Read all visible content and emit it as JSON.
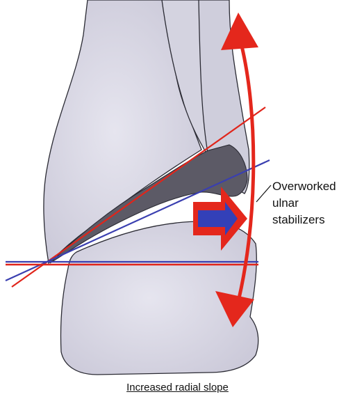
{
  "diagram": {
    "callout_lines": [
      "Overworked",
      "ulnar",
      "stabilizers"
    ],
    "caption": "Increased radial slope",
    "colors": {
      "bone_fill": "#d9d8e4",
      "bone_stroke": "#2a2a33",
      "joint_space": "#5c5a66",
      "red_line": "#e0251b",
      "blue_line": "#3a3fb0",
      "arrow_red": "#e4271c",
      "arrow_blue": "#3340b8"
    }
  }
}
